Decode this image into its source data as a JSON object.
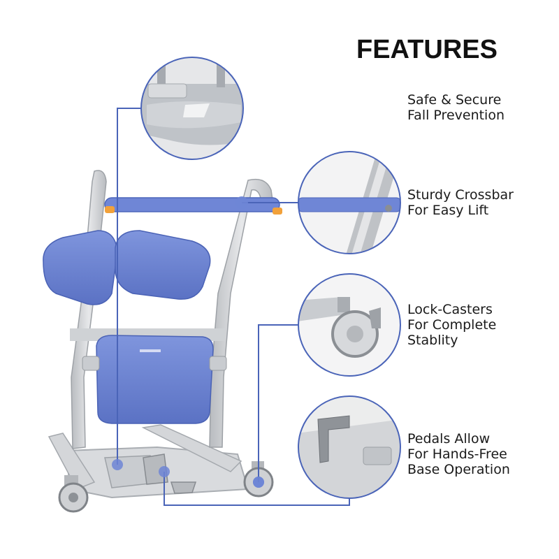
{
  "heading": "FEATURES",
  "features": [
    {
      "line1": "Safe & Secure",
      "line2": "Fall Prevention",
      "line3": "",
      "icon": "fall-prevention-detail"
    },
    {
      "line1": "Sturdy Crossbar",
      "line2": "For Easy Lift",
      "line3": "",
      "icon": "crossbar-detail"
    },
    {
      "line1": "Lock-Casters",
      "line2": "For Complete",
      "line3": "Stablity",
      "icon": "caster-detail"
    },
    {
      "line1": "Pedals Allow",
      "line2": "For Hands-Free",
      "line3": "Base Operation",
      "icon": "pedal-detail"
    }
  ],
  "colors": {
    "accent_blue": "#4a64b8",
    "seat_blue": "#6f86d6",
    "frame_gray": "#d6d8da",
    "orange_cap": "#f2a13a"
  }
}
